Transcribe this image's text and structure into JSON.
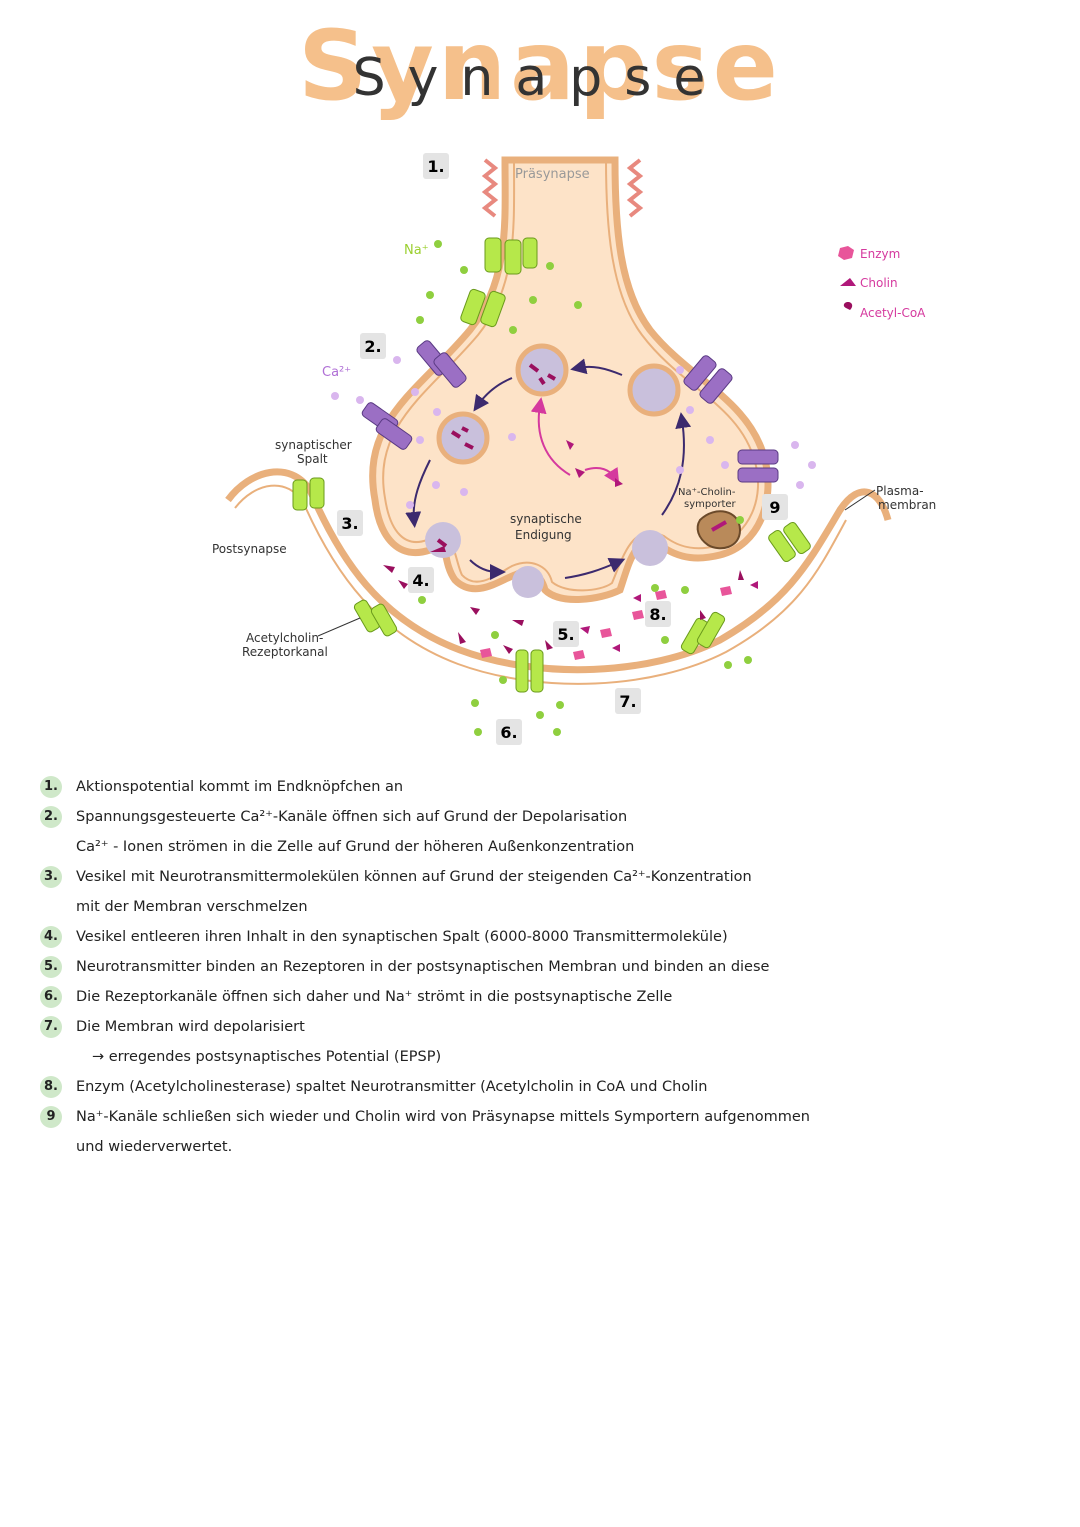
{
  "title": {
    "main": "Synapse",
    "overlay": "Synapse"
  },
  "diagram": {
    "step_markers": [
      "1.",
      "2.",
      "3.",
      "4.",
      "5.",
      "6.",
      "7.",
      "8.",
      "9"
    ],
    "labels": {
      "praesynapse": "Präsynapse",
      "na": "Na⁺",
      "ca": "Ca²⁺",
      "synaptischer_spalt": [
        "synaptischer",
        "Spalt"
      ],
      "postsynapse": "Postsynapse",
      "synaptische_endigung": [
        "synaptische",
        "Endigung"
      ],
      "na_cholin_symporter": [
        "Na⁺-Cholin-",
        "symporter"
      ],
      "plasmamembran": [
        "Plasma-",
        "membran"
      ],
      "acetylcholin_rezeptorkanal": [
        "Acetylcholin-",
        "Rezeptorkanal"
      ]
    },
    "legend": [
      {
        "label": "Enzym",
        "color": "#e8559a",
        "icon": "enzyme-icon"
      },
      {
        "label": "Cholin",
        "color": "#b0187a",
        "icon": "cholin-icon"
      },
      {
        "label": "Acetyl-CoA",
        "color": "#9a0f5e",
        "icon": "acetyl-coa-icon"
      }
    ],
    "colors": {
      "terminal_fill": "#fde3c8",
      "membrane": "#e9b07c",
      "vesicle": "#c9c0dc",
      "na_channel": "#b6e84a",
      "ca_channel": "#9b6fc4",
      "na_dot": "#8fcf3f",
      "ca_dot": "#d9b6ee",
      "label_na": "#9bcf2f",
      "label_ca": "#b070d6",
      "legend_text": "#d5399e",
      "number_box": "#e4e4e4",
      "step_circle": "#cfe8c9"
    }
  },
  "steps": [
    {
      "num": "1.",
      "lines": [
        "Aktionspotential kommt im Endknöpfchen an"
      ]
    },
    {
      "num": "2.",
      "lines": [
        "Spannungsgesteuerte Ca²⁺-Kanäle öffnen sich auf Grund der Depolarisation",
        "Ca²⁺ - Ionen strömen in die Zelle auf Grund der höheren Außenkonzentration"
      ]
    },
    {
      "num": "3.",
      "lines": [
        "Vesikel mit Neurotransmittermolekülen können auf Grund der steigenden Ca²⁺-Konzentration",
        "mit der Membran verschmelzen"
      ]
    },
    {
      "num": "4.",
      "lines": [
        "Vesikel entleeren ihren Inhalt in den synaptischen Spalt (6000-8000 Transmittermoleküle)"
      ]
    },
    {
      "num": "5.",
      "lines": [
        "Neurotransmitter binden an Rezeptoren in der postsynaptischen Membran und binden an diese"
      ]
    },
    {
      "num": "6.",
      "lines": [
        "Die Rezeptorkanäle öffnen sich daher und Na⁺ strömt in die postsynaptische Zelle"
      ]
    },
    {
      "num": "7.",
      "lines": [
        "Die Membran wird depolarisiert"
      ],
      "arrow_line": "erregendes postsynaptisches Potential (EPSP)"
    },
    {
      "num": "8.",
      "lines": [
        "Enzym (Acetylcholinesterase) spaltet Neurotransmitter (Acetylcholin in CoA und Cholin"
      ]
    },
    {
      "num": "9",
      "lines": [
        "Na⁺-Kanäle schließen sich wieder und Cholin wird von Präsynapse mittels Symportern aufgenommen",
        "und wiederverwertet."
      ]
    }
  ]
}
